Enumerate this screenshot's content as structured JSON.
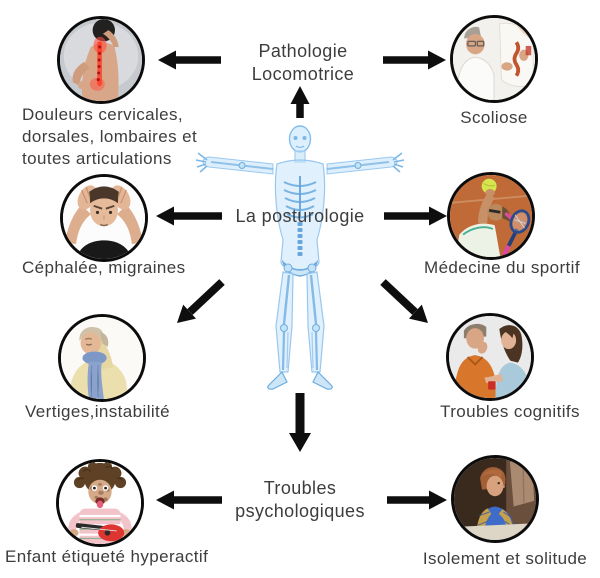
{
  "diagram": {
    "center": {
      "label": "La posturologie",
      "figure": "human-xray-body"
    },
    "hubs": {
      "top": {
        "label": "Pathologie\nLocomotrice"
      },
      "bottom": {
        "label": "Troubles\npsychologiques"
      }
    },
    "items": [
      {
        "id": "douleurs",
        "label": "Douleurs cervicales,\ndorsales, lombaires et\ntoutes articulations",
        "photo": "back-pain-photo"
      },
      {
        "id": "scoliose",
        "label": "Scoliose",
        "photo": "scoliosis-exam-photo"
      },
      {
        "id": "cephalee",
        "label": "Céphalée, migraines",
        "photo": "headache-man-photo"
      },
      {
        "id": "medecine-sportif",
        "label": "Médecine du sportif",
        "photo": "tennis-serve-photo"
      },
      {
        "id": "vertiges",
        "label": "Vertiges,instabilité",
        "photo": "dizzy-woman-photo"
      },
      {
        "id": "troubles-cognitifs",
        "label": "Troubles cognitifs",
        "photo": "cognitive-help-photo"
      },
      {
        "id": "enfant-hyperactif",
        "label": "Enfant étiqueté hyperactif",
        "photo": "hyperactive-child-photo"
      },
      {
        "id": "isolement",
        "label": "Isolement et solitude",
        "photo": "lonely-woman-photo"
      }
    ],
    "colors": {
      "arrow": "#0e0e0e",
      "text": "#3d3d3d",
      "figure_blue": "#5fa4dd",
      "background": "#ffffff"
    }
  }
}
